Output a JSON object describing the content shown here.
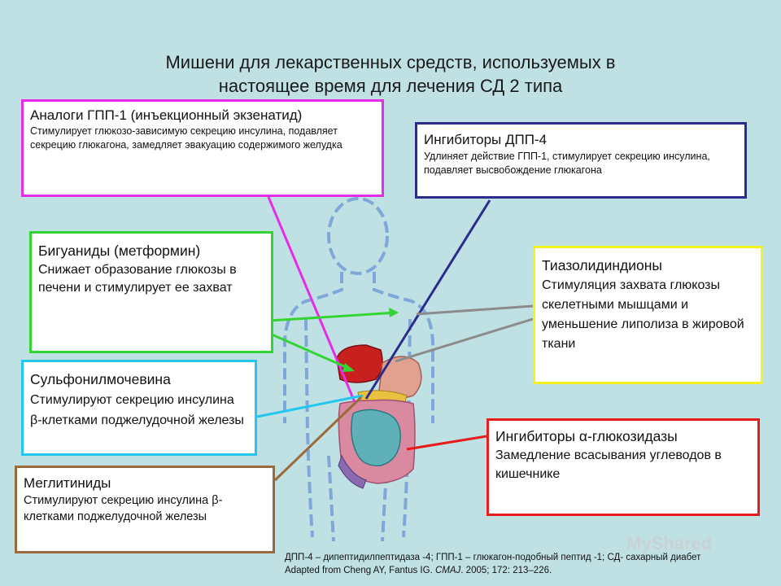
{
  "title_line1": "Мишени для лекарственных средств, используемых в",
  "title_line2": "настоящее время для лечения СД 2 типа",
  "boxes": {
    "glp1": {
      "heading": "Аналоги ГПП-1 (инъекционный экзенатид)",
      "desc": "Стимулирует глюкозо-зависимую секрецию инсулина, подавляет секрецию глюкагона, замедляет эвакуацию содержимого желудка",
      "color": "#e62ce6"
    },
    "dpp4": {
      "heading": "Ингибиторы ДПП-4",
      "desc": "Удлиняет действие ГПП-1, стимулирует секрецию инсулина, подавляет высвобождение глюкагона",
      "color": "#2c2c8c"
    },
    "biguanide": {
      "heading": "Бигуаниды (метформин)",
      "desc": "Снижает образование глюкозы в печени и стимулирует ее захват",
      "color": "#35d435"
    },
    "tzd": {
      "heading": "Тиазолидиндионы",
      "desc": "Стимуляция захвата глюкозы скелетными мышцами и уменьшение липолиза в жировой ткани",
      "color": "#f4f21e"
    },
    "sulfonylurea": {
      "heading": "Сульфонилмочевина",
      "desc": "Стимулируют секрецию инсулина β-клетками поджелудочной железы",
      "color": "#22c6ee"
    },
    "agi": {
      "heading": "Ингибиторы α-глюкозидазы",
      "desc": "Замедление всасывания углеводов в кишечнике",
      "color": "#e81c1c"
    },
    "meglitinide": {
      "heading": "Меглитиниды",
      "desc": "Стимулируют секрецию инсулина β-клетками поджелудочной железы",
      "color": "#9a6a3a"
    }
  },
  "footnote_line1": "ДПП-4 – дипептидилпептидаза -4; ГПП-1 – глюкагон-подобный пептид -1; СД- сахарный диабет",
  "footnote_src_prefix": "Adapted from Cheng AY, Fantus IG. ",
  "footnote_src_journal": "CMAJ",
  "footnote_src_suffix": ". 2005; 172: 213–226.",
  "watermark": "MyShared"
}
